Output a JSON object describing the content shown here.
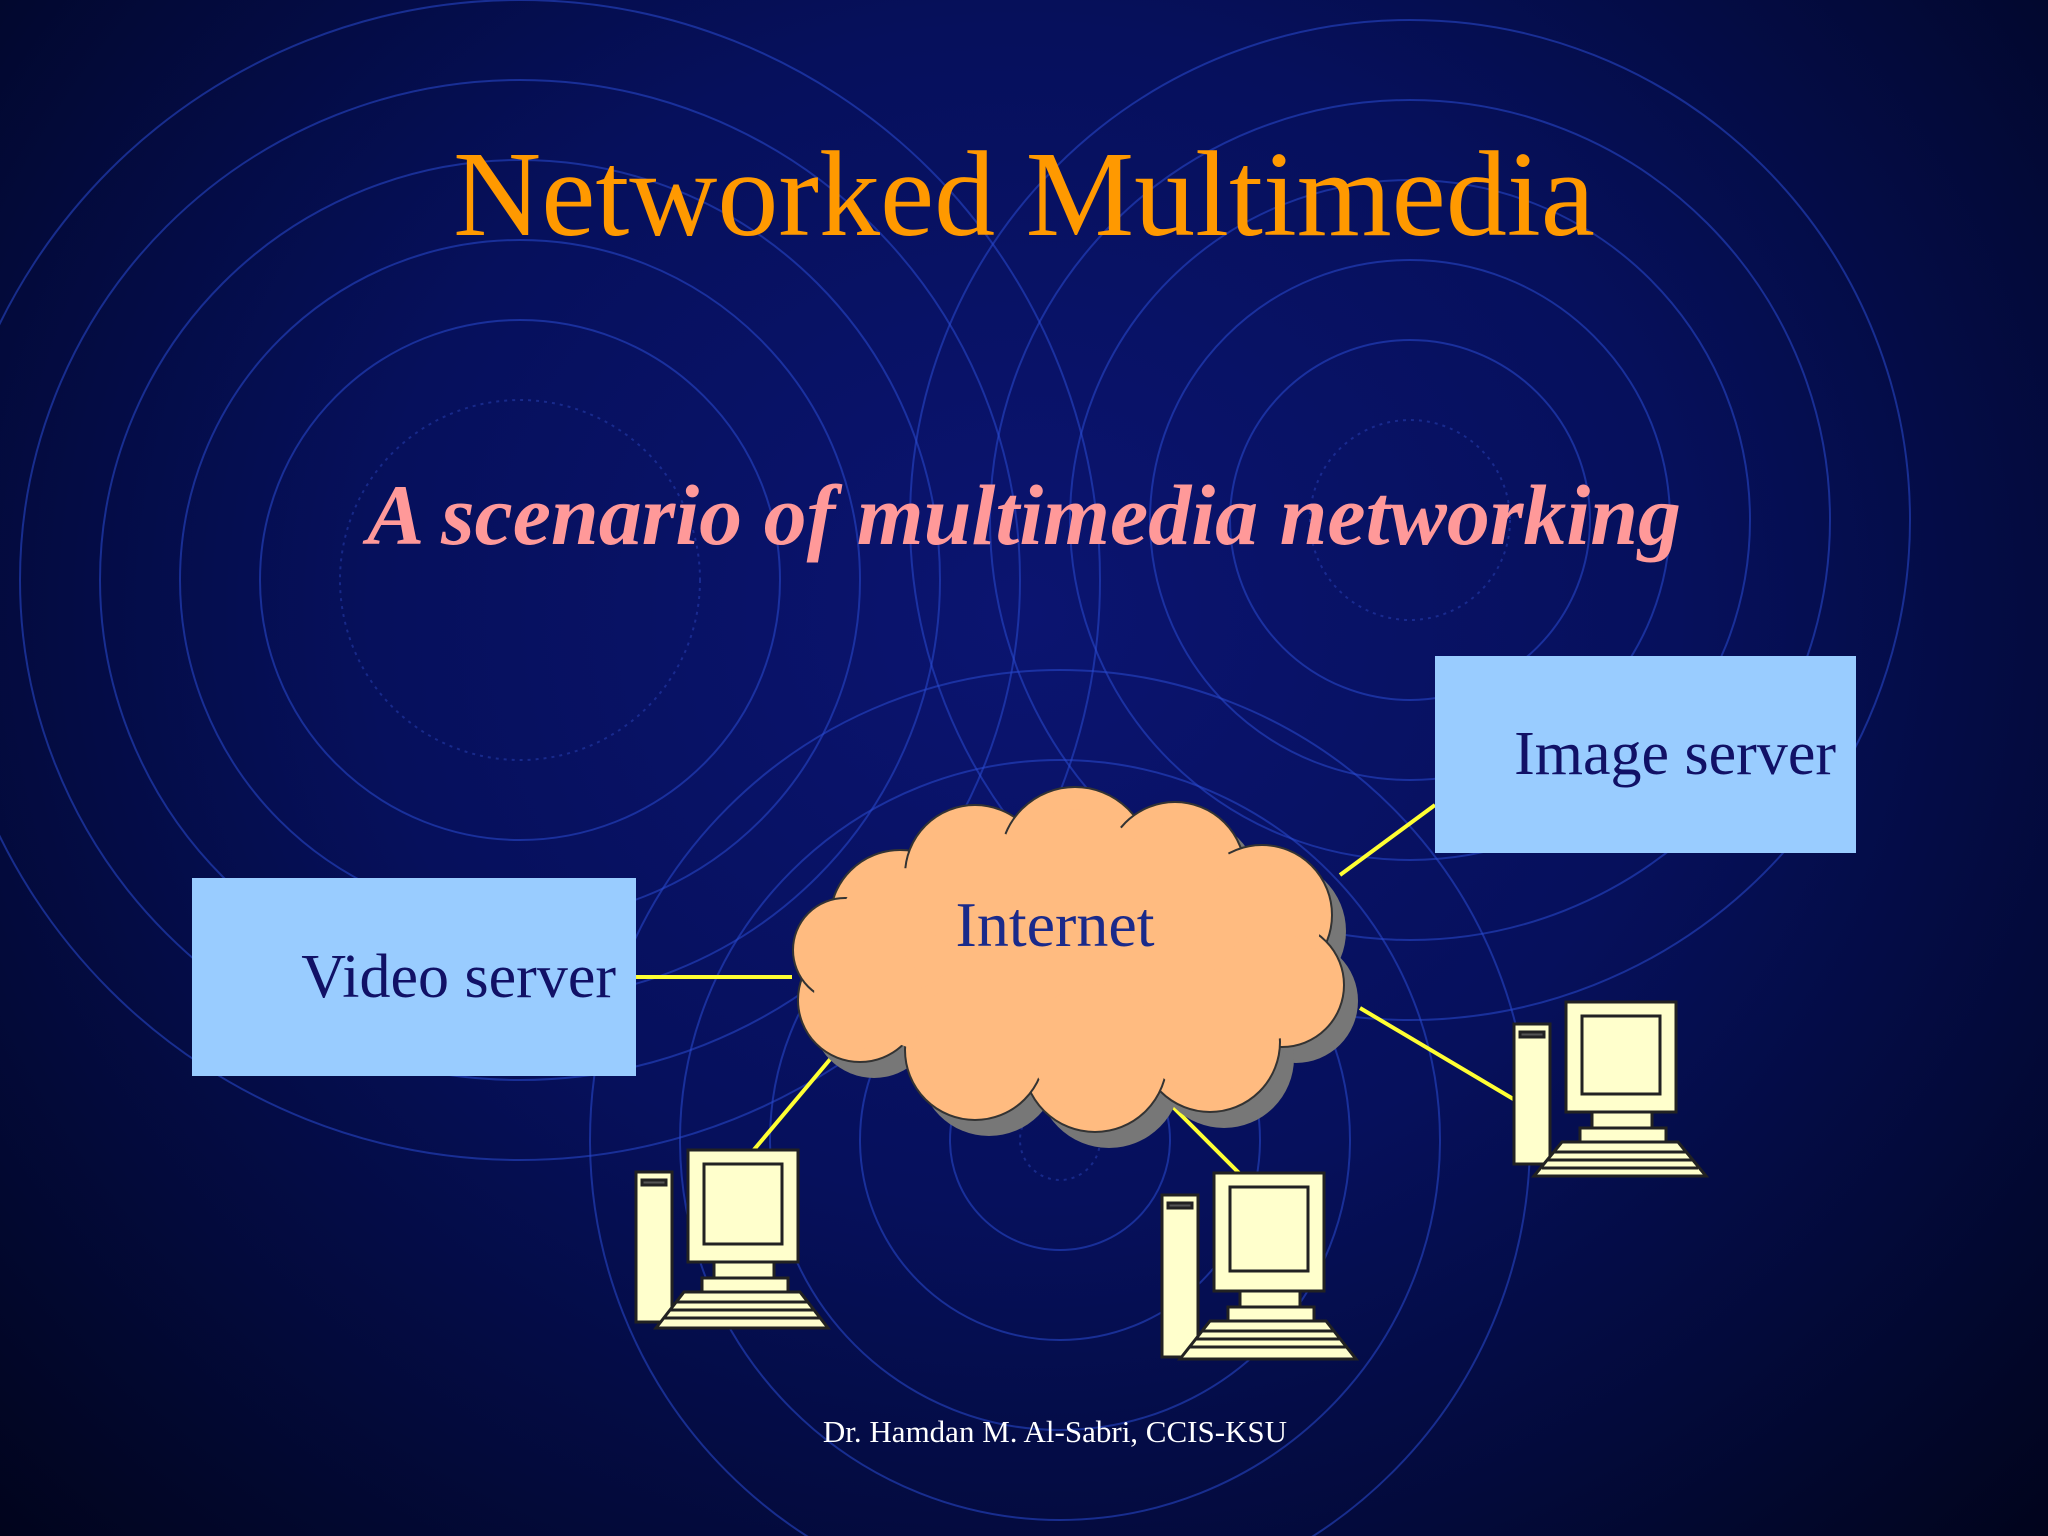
{
  "slide": {
    "title": "Networked Multimedia",
    "subtitle": "A scenario of multimedia networking",
    "footer": "Dr. Hamdan M. Al-Sabri, CCIS-KSU"
  },
  "diagram": {
    "cloud_label": "Internet",
    "video_server_label": "Video server",
    "image_server_label": "Image server",
    "clients": [
      {
        "icon": "desktop-computer-icon"
      },
      {
        "icon": "desktop-computer-icon"
      },
      {
        "icon": "desktop-computer-icon"
      }
    ]
  },
  "colors": {
    "title": "#ff9900",
    "subtitle": "#ff9999",
    "server_box": "#99ccff",
    "server_text": "#111166",
    "cloud_fill": "#ffbb80",
    "cloud_shadow": "#777777",
    "link_line": "#ffff33",
    "computer_fill": "#ffffcc",
    "background": "#06105c"
  }
}
